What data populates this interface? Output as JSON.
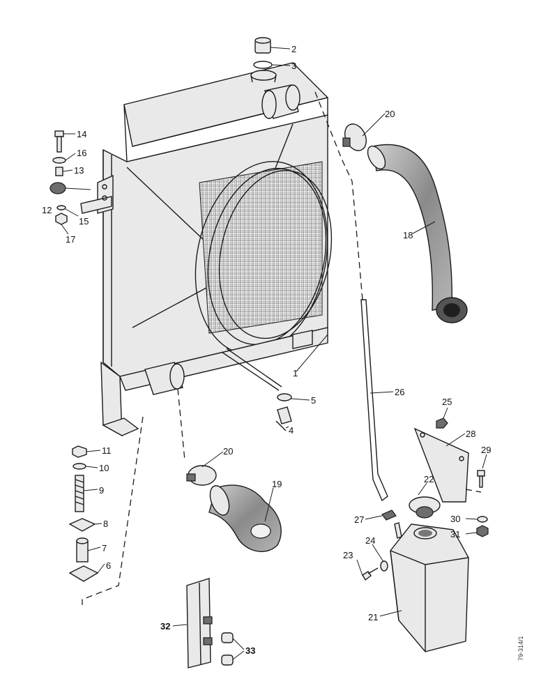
{
  "parts": {
    "p1": "1",
    "p2": "2",
    "p3": "3",
    "p4": "4",
    "p5": "5",
    "p6": "6",
    "p7": "7",
    "p8": "8",
    "p9": "9",
    "p10": "10",
    "p11": "11",
    "p12": "12",
    "p13": "13",
    "p14": "14",
    "p15": "15",
    "p16": "16",
    "p17": "17",
    "p18": "18",
    "p19": "19",
    "p20a": "20",
    "p20b": "20",
    "p21": "21",
    "p22": "22",
    "p23": "23",
    "p24": "24",
    "p25": "25",
    "p26": "26",
    "p27": "27",
    "p28": "28",
    "p29": "29",
    "p30": "30",
    "p31": "31",
    "p32": "32",
    "p33": "33"
  },
  "drawing_ref": "79-314/1"
}
